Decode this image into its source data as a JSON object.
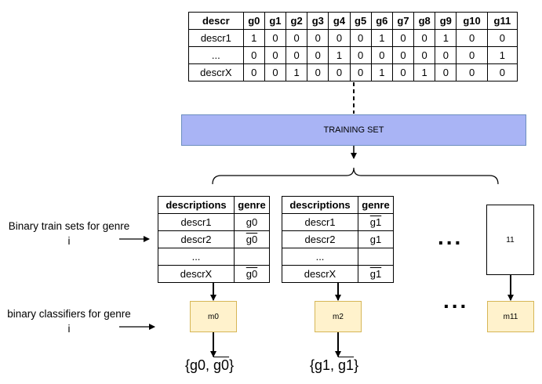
{
  "top_table": {
    "header": [
      "descr",
      "g0",
      "g1",
      "g2",
      "g3",
      "g4",
      "g5",
      "g6",
      "g7",
      "g8",
      "g9",
      "g10",
      "g11"
    ],
    "rows": [
      [
        "descr1",
        "1",
        "0",
        "0",
        "0",
        "0",
        "0",
        "1",
        "0",
        "0",
        "1",
        "0",
        "0"
      ],
      [
        "...",
        "0",
        "0",
        "0",
        "0",
        "1",
        "0",
        "0",
        "0",
        "0",
        "0",
        "0",
        "1"
      ],
      [
        "descrX",
        "0",
        "0",
        "1",
        "0",
        "0",
        "0",
        "1",
        "0",
        "1",
        "0",
        "0",
        "0"
      ]
    ]
  },
  "training_set": {
    "label": "TRAINING SET",
    "fill": "#a9b4f5"
  },
  "binary_tables": [
    {
      "header": [
        "descriptions",
        "genre"
      ],
      "rows": [
        {
          "descr": "descr1",
          "genre": "g0",
          "negated": false
        },
        {
          "descr": "descr2",
          "genre": "g0",
          "negated": true
        },
        {
          "descr": "...",
          "genre": "",
          "negated": false
        },
        {
          "descr": "descrX",
          "genre": "g0",
          "negated": true
        }
      ]
    },
    {
      "header": [
        "descriptions",
        "genre"
      ],
      "rows": [
        {
          "descr": "descr1",
          "genre": "g1",
          "negated": true
        },
        {
          "descr": "descr2",
          "genre": "g1",
          "negated": false
        },
        {
          "descr": "...",
          "genre": "",
          "negated": false
        },
        {
          "descr": "descrX",
          "genre": "g1",
          "negated": true
        }
      ]
    }
  ],
  "box_11": {
    "label": "11"
  },
  "models": [
    {
      "label": "m0"
    },
    {
      "label": "m2"
    },
    {
      "label": "m11"
    }
  ],
  "side_labels": {
    "train_sets": "Binary train sets for genre i",
    "classifiers": "binary classifiers for genre i"
  },
  "results": [
    {
      "open": "{g0, ",
      "neg": "g0",
      "close": "}"
    },
    {
      "open": "{g1, ",
      "neg": "g1",
      "close": "}"
    }
  ],
  "ellipsis": "...",
  "colors": {
    "model_fill": "#fff2cc",
    "model_border": "#d6b656",
    "training_border": "#6c8ebf"
  }
}
